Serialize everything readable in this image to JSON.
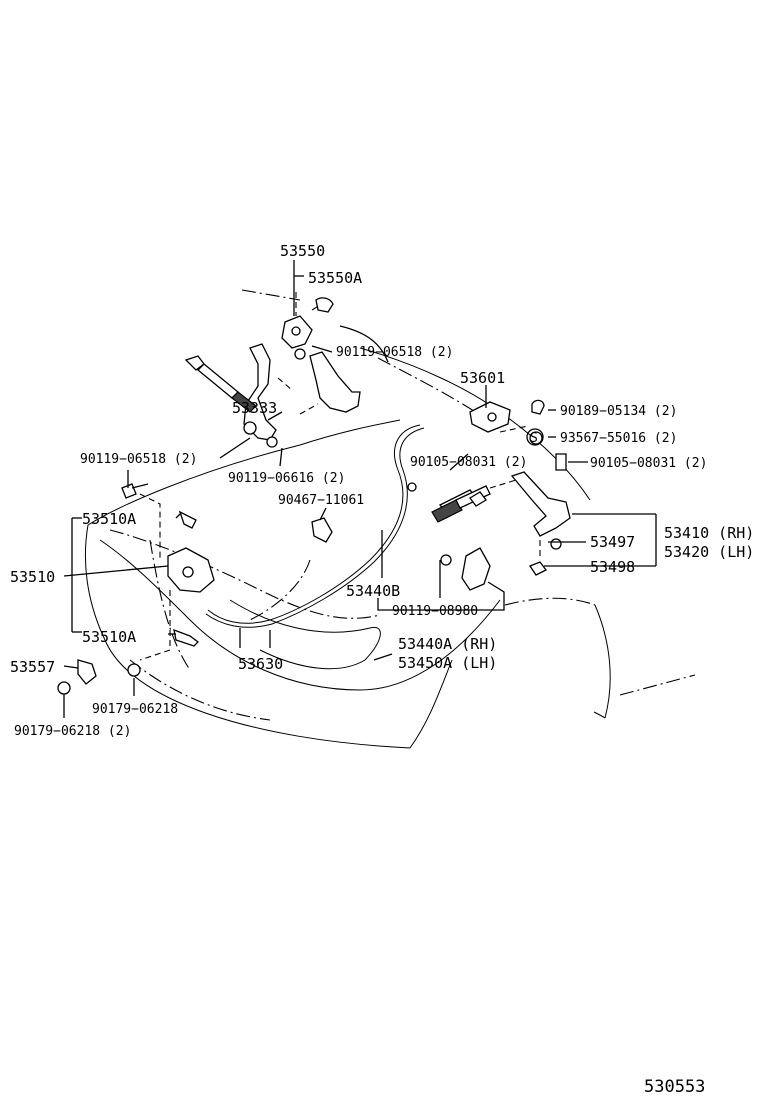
{
  "labels": {
    "p53550": "53550",
    "p53550A": "53550A",
    "p90119_06518_top": "90119−06518 (2)",
    "p53601": "53601",
    "p90189_05134": "90189−05134 (2)",
    "p93567_55016": "93567−55016 (2)",
    "p90105_08031_right": "90105−08031 (2)",
    "p53333": "53333",
    "p90119_06518_left": "90119−06518 (2)",
    "p90105_08031_mid": "90105−08031 (2)",
    "p90119_06616": "90119−06616 (2)",
    "p90467_11061": "90467−11061",
    "p53510A_top": "53510A",
    "p53510": "53510",
    "p53410": "53410 (RH)",
    "p53420": "53420 (LH)",
    "p53497": "53497",
    "p53498": "53498",
    "p53440B": "53440B",
    "p90119_08980": "90119−08980",
    "p53510A_bottom": "53510A",
    "p53440A": "53440A (RH)",
    "p53450A": "53450A (LH)",
    "p53630": "53630",
    "p53557": "53557",
    "p90179_06218_a": "90179−06218",
    "p90179_06218_b": "90179−06218 (2)",
    "s_mark": "S"
  },
  "figure_ref": "530553"
}
